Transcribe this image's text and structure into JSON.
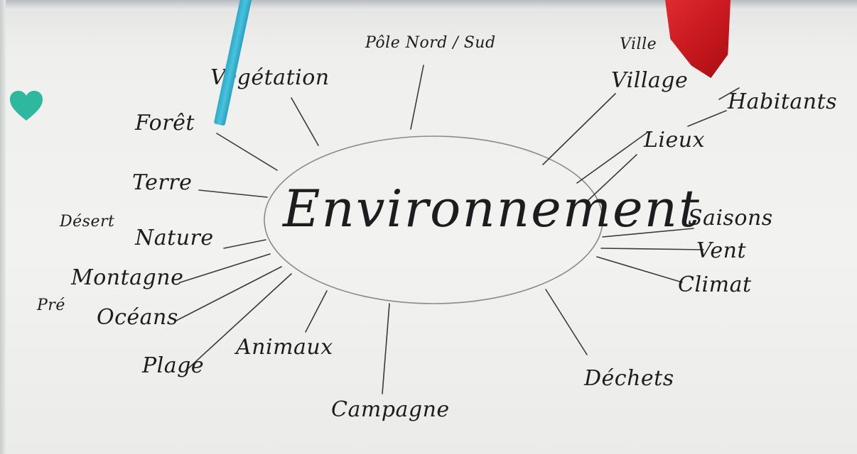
{
  "center": "Environnement",
  "words": {
    "pole": "Pôle Nord / Sud",
    "vegetation": "Végétation",
    "foret": "Forêt",
    "terre": "Terre",
    "desert": "Désert",
    "nature": "Nature",
    "montagne": "Montagne",
    "pre": "Pré",
    "oceans": "Océans",
    "plage": "Plage",
    "animaux": "Animaux",
    "campagne": "Campagne",
    "dechets": "Déchets",
    "climat": "Climat",
    "vent": "Vent",
    "saisons": "Saisons",
    "lieux": "Lieux",
    "habitants": "Habitants",
    "village": "Village",
    "ville": "Ville"
  },
  "colors": {
    "ink": "#1d1d1f",
    "blue_tape": "#3bb6d6",
    "red_tape": "#d21f25",
    "heart": "#2fb8a0"
  }
}
